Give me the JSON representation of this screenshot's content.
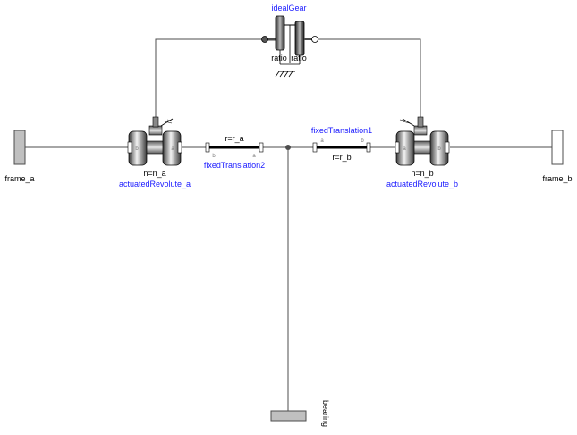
{
  "diagram": {
    "frame_a": {
      "label": "frame_a"
    },
    "frame_b": {
      "label": "frame_b"
    },
    "bearing": {
      "label": "bearing"
    },
    "ideal_gear": {
      "name": "idealGear",
      "ratio_left": "ratio",
      "ratio_right": "ratio"
    },
    "actuated_revolute_a": {
      "name": "actuatedRevolute_a",
      "param": "n=n_a",
      "port_b": "b",
      "port_a": "a"
    },
    "actuated_revolute_b": {
      "name": "actuatedRevolute_b",
      "param": "n=n_b",
      "port_a": "a",
      "port_b": "b"
    },
    "fixed_translation2": {
      "name": "fixedTranslation2",
      "param": "r=r_a",
      "port_b": "b",
      "port_a": "a"
    },
    "fixed_translation1": {
      "name": "fixedTranslation1",
      "param": "r=r_b",
      "port_a": "a",
      "port_b": "b"
    }
  },
  "colors": {
    "wire": "#4d4d4d",
    "name_text": "#1a1aff",
    "frame_fill": "#c0c0c0",
    "rod": "#000000"
  }
}
